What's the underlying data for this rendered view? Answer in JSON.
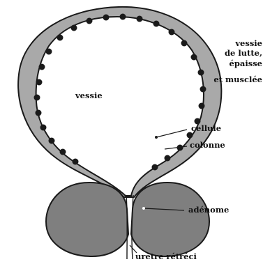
{
  "labels": {
    "vessie": "vessie",
    "vessie_lutte_line1": "vessie",
    "vessie_lutte_line2": "de lutte,",
    "vessie_lutte_line3": "épaisse",
    "vessie_lutte_line4": "et musclée",
    "cellule": "cellule",
    "colonne": "colonne",
    "adenome": "adénome",
    "uretre": "urètre rétréci"
  }
}
